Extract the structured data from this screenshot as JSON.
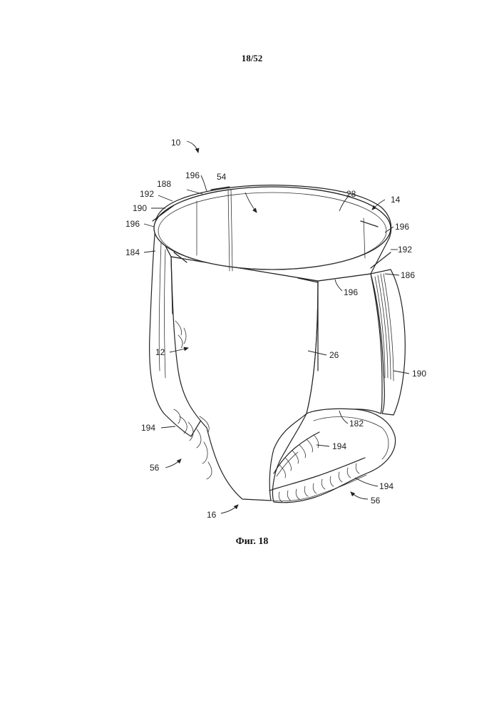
{
  "header": {
    "page_number": "18/52"
  },
  "figure": {
    "caption": "Фиг. 18",
    "reference_numerals": {
      "r10": "10",
      "r14": "14",
      "r54": "54",
      "r28": "28",
      "r196a": "196",
      "r188": "188",
      "r192a": "192",
      "r190a": "190",
      "r196b": "196",
      "r184": "184",
      "r196c": "196",
      "r192b": "192",
      "r186": "186",
      "r196d": "196",
      "r12": "12",
      "r26": "26",
      "r190b": "190",
      "r194a": "194",
      "r182": "182",
      "r194b": "194",
      "r56a": "56",
      "r194c": "194",
      "r56b": "56",
      "r16": "16"
    }
  }
}
